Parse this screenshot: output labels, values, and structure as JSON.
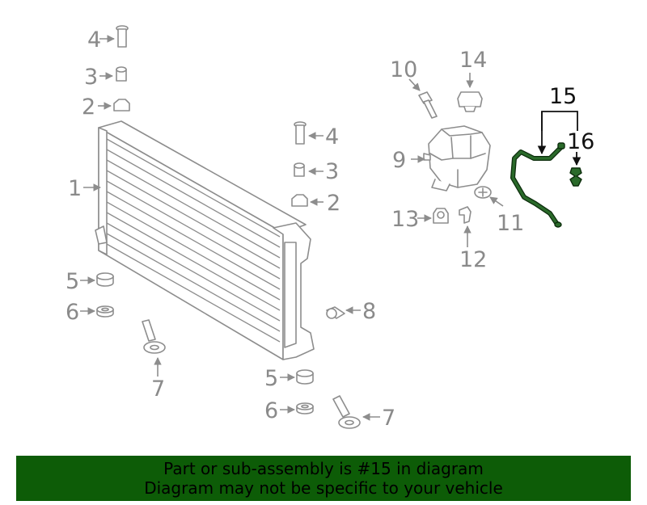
{
  "diagram": {
    "accent_color": "#0d5c07",
    "highlight_part_color": "#2a6a2a",
    "callouts": {
      "radiator": "1",
      "upper_bolt_left": "4",
      "upper_spacer_left": "3",
      "upper_nut_left": "2",
      "upper_bolt_right": "4",
      "upper_spacer_right": "3",
      "upper_nut_right": "2",
      "lower_grommet_left": "5",
      "lower_washer_left": "6",
      "lower_bolt_left": "7",
      "lower_grommet_right": "5",
      "lower_washer_right": "6",
      "lower_bolt_right": "7",
      "side_insulator": "8",
      "reservoir": "9",
      "reservoir_bolt": "10",
      "reservoir_clip": "11",
      "bracket": "12",
      "nut": "13",
      "cap": "14",
      "hose": "15",
      "connector": "16"
    }
  },
  "banner": {
    "line1": "Part or sub-assembly is #15 in diagram",
    "line2": "Diagram may not be specific to your vehicle"
  }
}
